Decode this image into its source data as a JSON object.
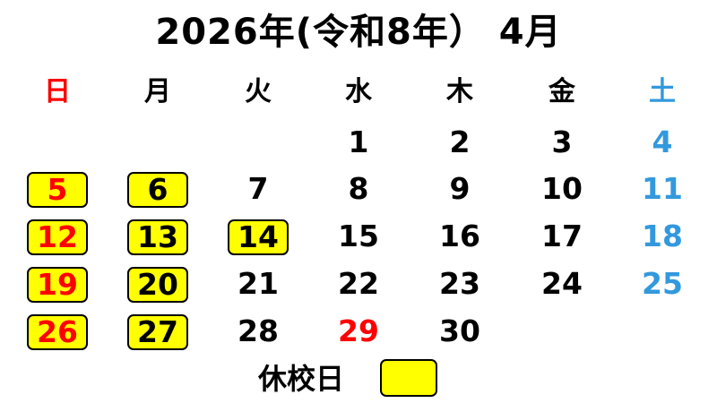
{
  "title": "2026年(令和8年）  4月",
  "colors": {
    "sunday": "#ff0000",
    "saturday": "#3399dd",
    "weekday": "#000000",
    "holiday_text": "#ff0000",
    "school_holiday_fill": "#ffff00"
  },
  "weekdays": [
    {
      "label": "日",
      "type": "sunday"
    },
    {
      "label": "月",
      "type": "weekday"
    },
    {
      "label": "火",
      "type": "weekday"
    },
    {
      "label": "水",
      "type": "weekday"
    },
    {
      "label": "木",
      "type": "weekday"
    },
    {
      "label": "金",
      "type": "weekday"
    },
    {
      "label": "土",
      "type": "saturday"
    }
  ],
  "weeks": [
    [
      null,
      null,
      null,
      {
        "day": "1",
        "color": "weekday",
        "school_holiday": false
      },
      {
        "day": "2",
        "color": "weekday",
        "school_holiday": false
      },
      {
        "day": "3",
        "color": "weekday",
        "school_holiday": false
      },
      {
        "day": "4",
        "color": "saturday",
        "school_holiday": false
      }
    ],
    [
      {
        "day": "5",
        "color": "sunday",
        "school_holiday": true
      },
      {
        "day": "6",
        "color": "weekday",
        "school_holiday": true
      },
      {
        "day": "7",
        "color": "weekday",
        "school_holiday": false
      },
      {
        "day": "8",
        "color": "weekday",
        "school_holiday": false
      },
      {
        "day": "9",
        "color": "weekday",
        "school_holiday": false
      },
      {
        "day": "10",
        "color": "weekday",
        "school_holiday": false
      },
      {
        "day": "11",
        "color": "saturday",
        "school_holiday": false
      }
    ],
    [
      {
        "day": "12",
        "color": "sunday",
        "school_holiday": true
      },
      {
        "day": "13",
        "color": "weekday",
        "school_holiday": true
      },
      {
        "day": "14",
        "color": "weekday",
        "school_holiday": true
      },
      {
        "day": "15",
        "color": "weekday",
        "school_holiday": false
      },
      {
        "day": "16",
        "color": "weekday",
        "school_holiday": false
      },
      {
        "day": "17",
        "color": "weekday",
        "school_holiday": false
      },
      {
        "day": "18",
        "color": "saturday",
        "school_holiday": false
      }
    ],
    [
      {
        "day": "19",
        "color": "sunday",
        "school_holiday": true
      },
      {
        "day": "20",
        "color": "weekday",
        "school_holiday": true
      },
      {
        "day": "21",
        "color": "weekday",
        "school_holiday": false
      },
      {
        "day": "22",
        "color": "weekday",
        "school_holiday": false
      },
      {
        "day": "23",
        "color": "weekday",
        "school_holiday": false
      },
      {
        "day": "24",
        "color": "weekday",
        "school_holiday": false
      },
      {
        "day": "25",
        "color": "saturday",
        "school_holiday": false
      }
    ],
    [
      {
        "day": "26",
        "color": "sunday",
        "school_holiday": true
      },
      {
        "day": "27",
        "color": "weekday",
        "school_holiday": true
      },
      {
        "day": "28",
        "color": "weekday",
        "school_holiday": false
      },
      {
        "day": "29",
        "color": "holiday_text",
        "school_holiday": false
      },
      {
        "day": "30",
        "color": "weekday",
        "school_holiday": false
      },
      null,
      null
    ]
  ],
  "legend": {
    "label": "休校日"
  }
}
